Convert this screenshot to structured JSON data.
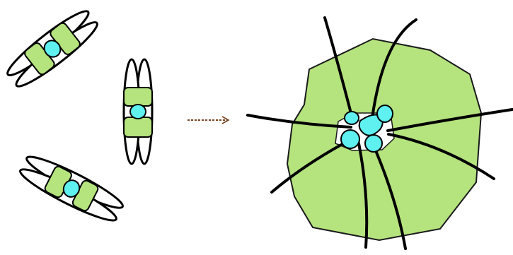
{
  "diagram": {
    "colors": {
      "background": "#ffffff",
      "outline": "#000000",
      "arm_fill": "#ffffff",
      "band_fill": "#b5e37e",
      "centromere_fill": "#5ff0f0",
      "arrow": "#7a4320",
      "cluster_fill": "#b5e37e",
      "cluster_stroke": "#1a1a1a"
    },
    "left_group": {
      "items": [
        {
          "kind": "chromosome",
          "orientation": "diagonal-up-right"
        },
        {
          "kind": "chromosome",
          "orientation": "vertical"
        },
        {
          "kind": "chromosome",
          "orientation": "diagonal-down-right"
        }
      ]
    },
    "arrow": {
      "style": "dashed",
      "direction": "right"
    },
    "right_group": {
      "kind": "chromosome-cluster",
      "strand_count": 8,
      "centromere_count": 5
    }
  }
}
